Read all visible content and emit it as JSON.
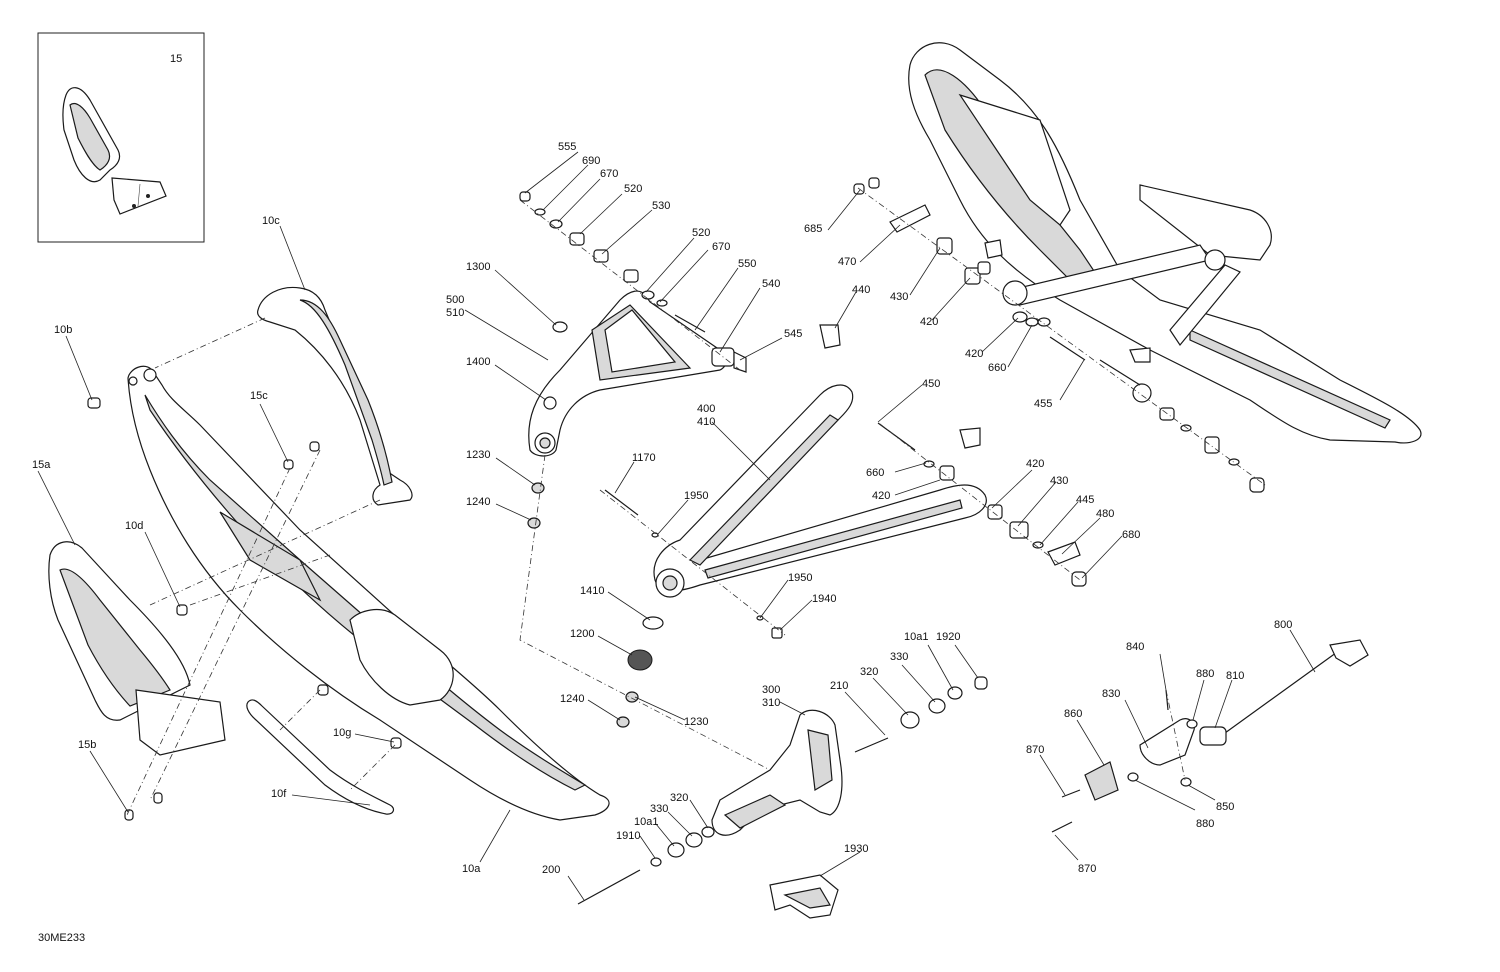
{
  "diagram_code": "30ME233",
  "inset_label": "15",
  "callouts": [
    "555",
    "690",
    "670",
    "520",
    "530",
    "520",
    "670",
    "550",
    "540",
    "545",
    "1300",
    "500\n510",
    "1400",
    "1230",
    "1240",
    "1170",
    "1950",
    "400\n410",
    "1410",
    "1200",
    "1240",
    "1230",
    "1950",
    "1940",
    "685",
    "470",
    "440",
    "430",
    "420",
    "420",
    "660",
    "455",
    "450",
    "660",
    "420",
    "420",
    "430",
    "445",
    "480",
    "680",
    "10c",
    "10b",
    "15c",
    "15a",
    "10d",
    "10g",
    "10f",
    "15b",
    "10a",
    "300\n310",
    "210",
    "320",
    "330",
    "10a1",
    "1920",
    "1910",
    "10a1",
    "330",
    "320",
    "200",
    "1930",
    "800",
    "840",
    "880",
    "810",
    "830",
    "860",
    "870",
    "880",
    "850",
    "870"
  ]
}
